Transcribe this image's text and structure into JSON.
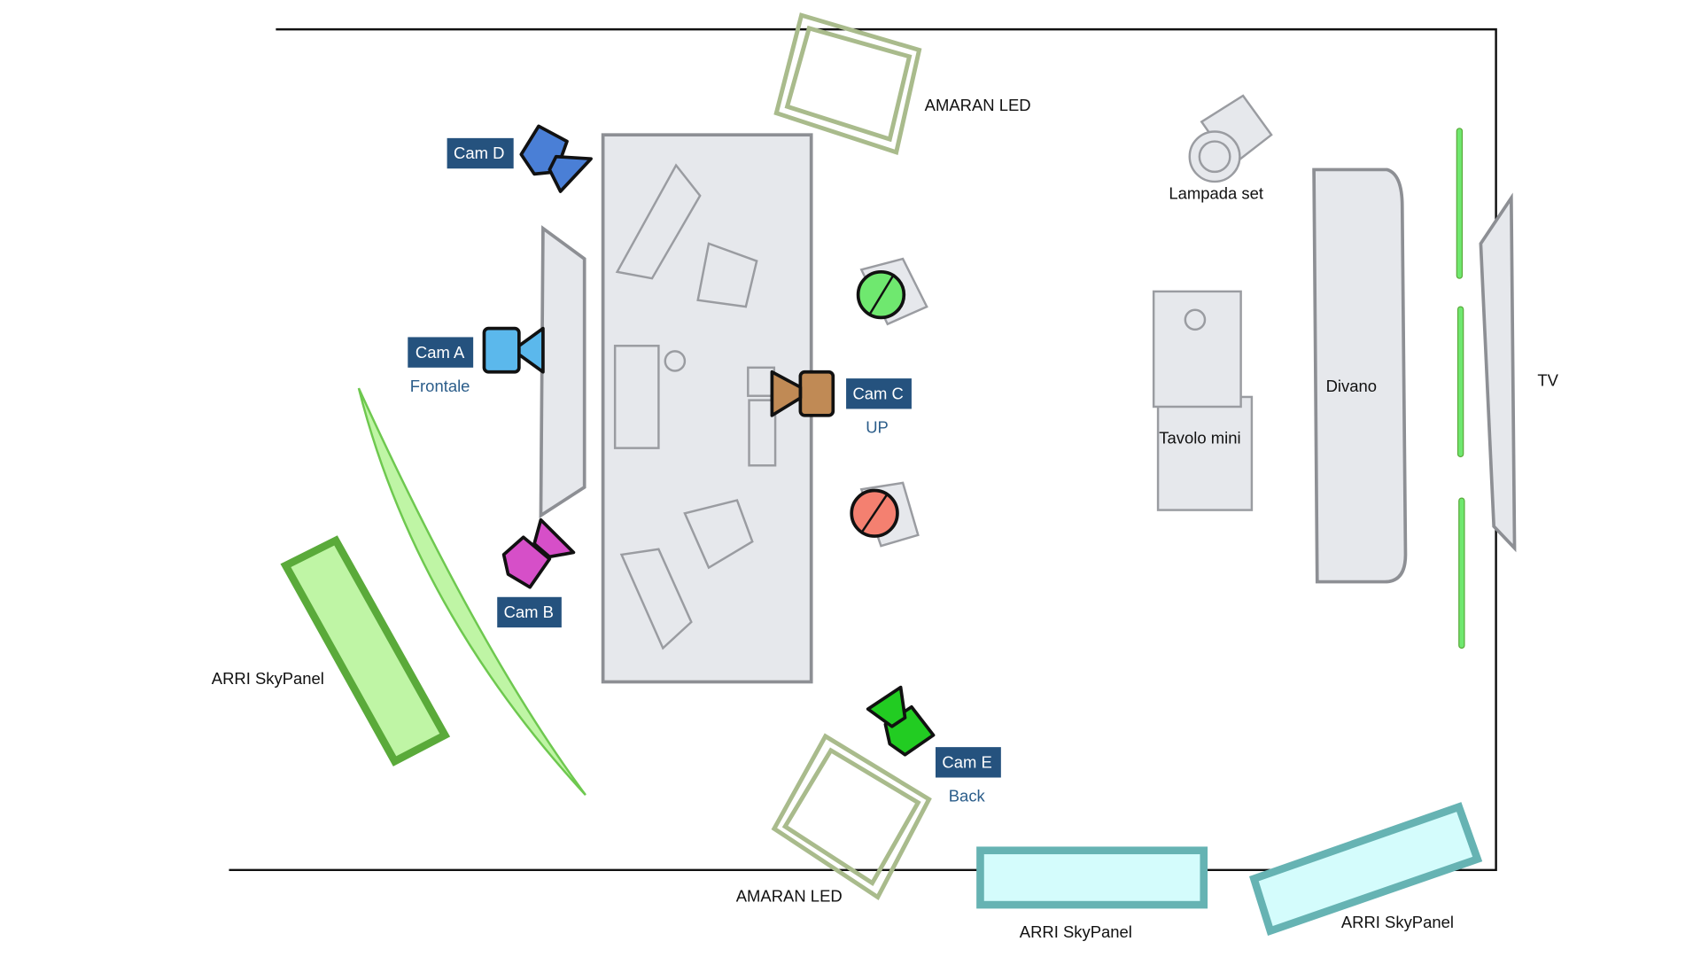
{
  "cameras": [
    {
      "label": "Cam A",
      "sub": "Frontale",
      "color": "#5bb8ec"
    },
    {
      "label": "Cam B",
      "sub": "",
      "color": "#d64fc8"
    },
    {
      "label": "Cam C",
      "sub": "UP",
      "color": "#c08a55"
    },
    {
      "label": "Cam D",
      "sub": "",
      "color": "#4a7fd6"
    },
    {
      "label": "Cam E",
      "sub": "Back",
      "color": "#22cc22"
    }
  ],
  "lights": {
    "amaran_top": "AMARAN LED",
    "amaran_bottom": "AMARAN LED",
    "arri_left": "ARRI SkyPanel",
    "arri_bottom_mid": "ARRI SkyPanel",
    "arri_bottom_right": "ARRI SkyPanel",
    "lampada": "Lampada set"
  },
  "furniture": {
    "divano": "Divano",
    "tavolo_mini": "Tavolo mini",
    "tv": "TV"
  },
  "colors": {
    "label_bg": "#25527e",
    "amaran": "#a9bb8c",
    "arri_green": "#5aaa3a",
    "arri_green_fill": "#bff5a5",
    "arri_cyan": "#66b3b3",
    "arri_cyan_fill": "#d4fcfc",
    "light_green": "#6fe86f",
    "light_red": "#f48070"
  }
}
